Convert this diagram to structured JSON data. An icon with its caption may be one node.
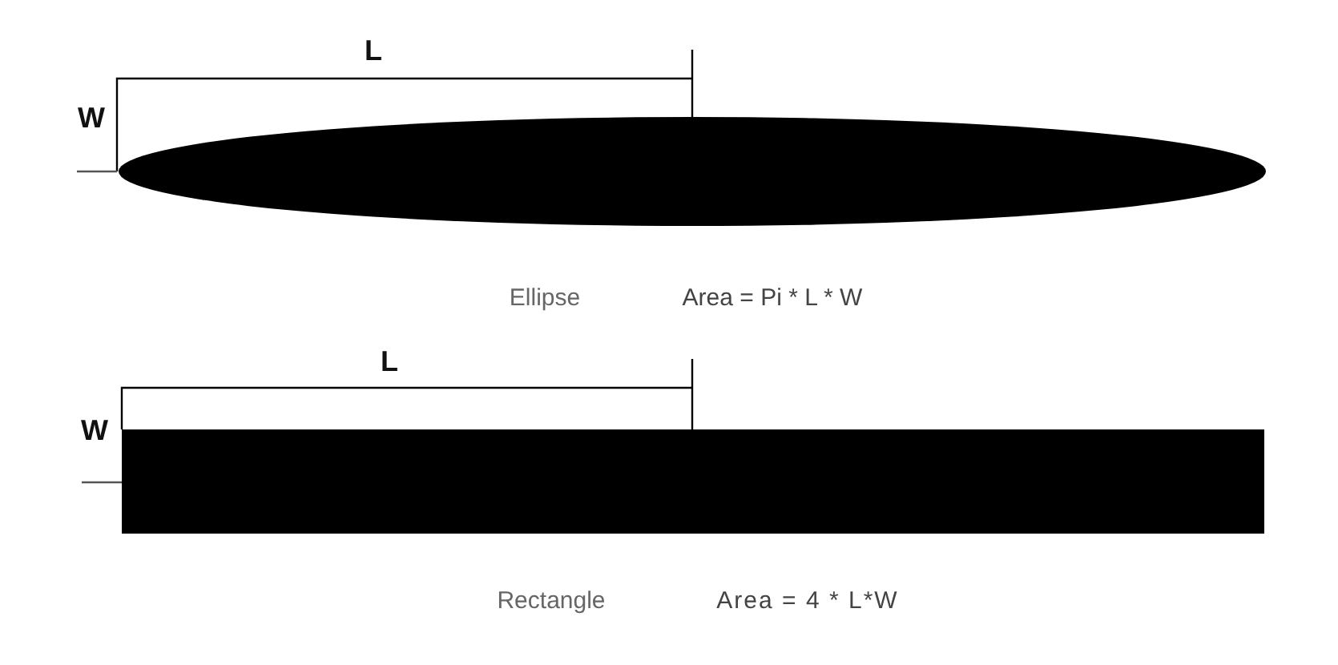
{
  "diagram": {
    "nodes": [
      {
        "text": [],
        "shape": "ellipse"
      },
      {
        "text": [],
        "shape": "box"
      }
    ],
    "labels": [
      "L",
      "W",
      "Ellipse",
      "Area = Pi * L * W",
      "L",
      "W",
      "Rectangle",
      "Area = 4 * L*W"
    ]
  }
}
